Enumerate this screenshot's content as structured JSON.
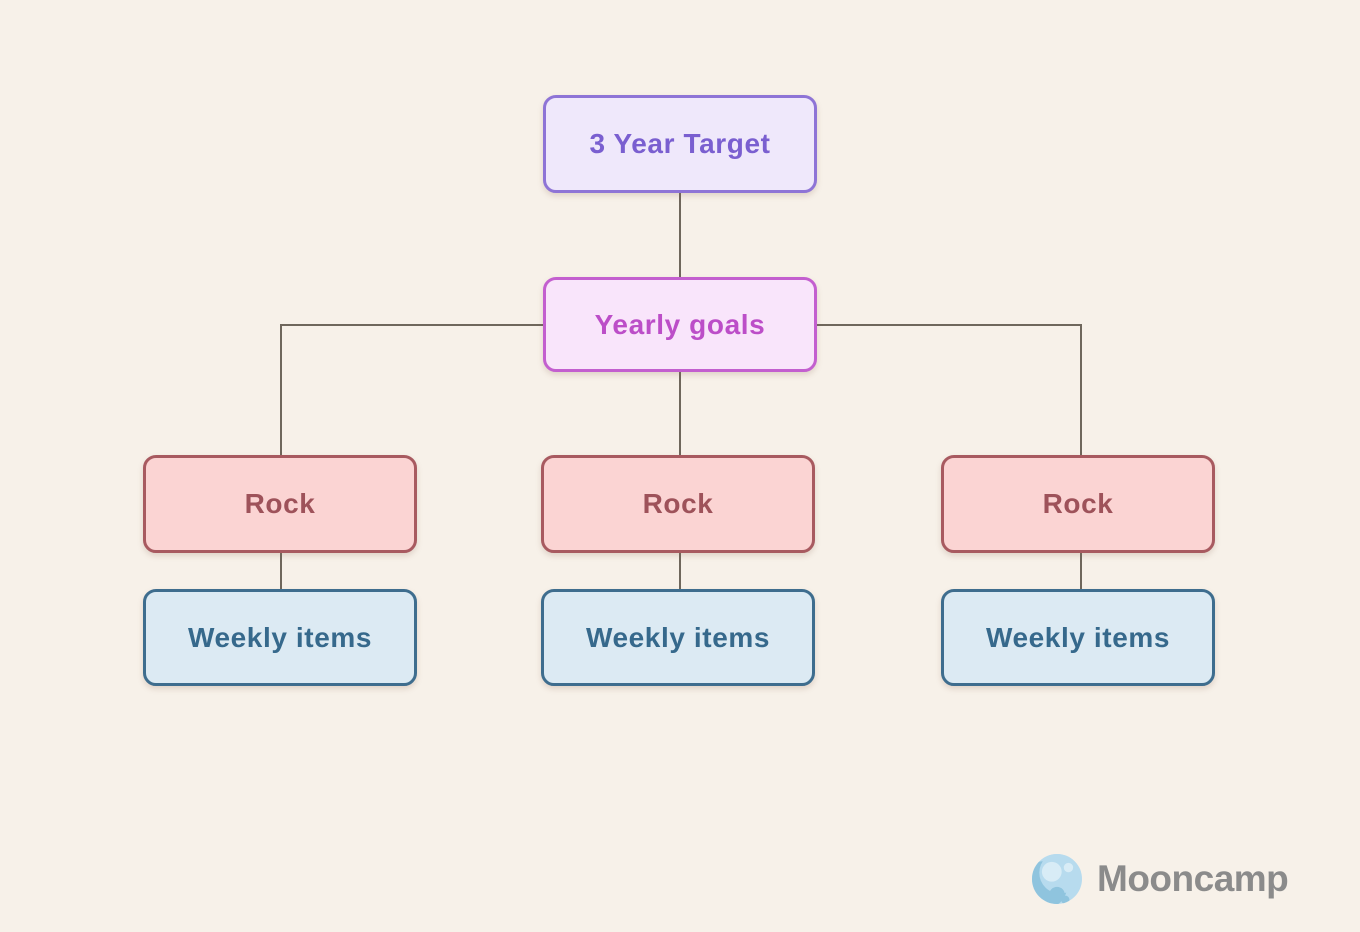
{
  "canvas": {
    "background_color": "#F7F1E9"
  },
  "diagram": {
    "connector_color": "#6F675C",
    "root": {
      "label": "3 Year Target",
      "bg": "#EFE8FB",
      "border": "#8E74D6",
      "text_color": "#7A5FD0"
    },
    "yearly": {
      "label": "Yearly goals",
      "bg": "#F9E5FB",
      "border": "#C35FCF",
      "text_color": "#BC4EC8"
    },
    "rock_style": {
      "bg": "#FBD4D3",
      "border": "#A85A60",
      "text_color": "#9E525A"
    },
    "weekly_style": {
      "bg": "#DCEAF3",
      "border": "#3E6D8E",
      "text_color": "#36698C"
    },
    "columns": [
      {
        "rock_label": "Rock",
        "weekly_label": "Weekly items"
      },
      {
        "rock_label": "Rock",
        "weekly_label": "Weekly items"
      },
      {
        "rock_label": "Rock",
        "weekly_label": "Weekly items"
      }
    ]
  },
  "branding": {
    "logo_text": "Mooncamp",
    "logo_text_color": "#8B8B8B",
    "moon_icon_colors": {
      "base": "#B7DBEE",
      "shade": "#8FC4DE",
      "crater": "#D8ECF6"
    }
  }
}
